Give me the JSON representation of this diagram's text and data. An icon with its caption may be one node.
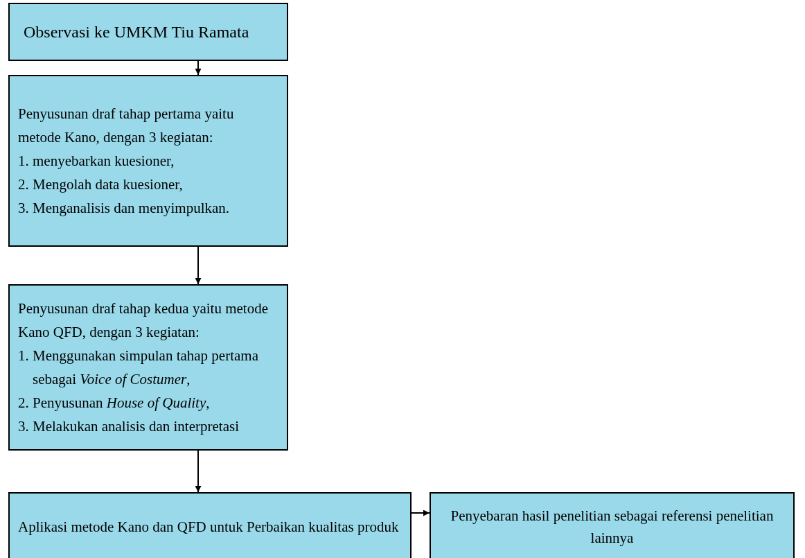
{
  "diagram": {
    "nodes": [
      {
        "text": [
          "Observasi ke UMKM Tiu Ramata"
        ]
      },
      {
        "text": [
          "Penyusunan draf tahap pertama yaitu metode Kano, dengan 3 kegiatan:",
          "1. menyebarkan kuesioner,",
          "2. Mengolah data kuesioner,",
          "3. Menganalisis dan menyimpulkan."
        ]
      },
      {
        "text": [
          "Penyusunan draf tahap kedua yaitu metode Kano QFD, dengan 3 kegiatan:",
          "1. Menggunakan simpulan tahap pertama sebagai *Voice of Costumer*,",
          "2. Penyusunan *House of Quality*,",
          "3. Melakukan analisis dan interpretasi"
        ]
      },
      {
        "text": [
          "Aplikasi metode Kano dan QFD untuk Perbaikan kualitas produk"
        ]
      },
      {
        "text": [
          "Penyebaran hasil penelitian sebagai referensi penelitian lainnya"
        ]
      }
    ],
    "edges": [
      {
        "from": 0,
        "to": 1,
        "arrow": "to"
      },
      {
        "from": 1,
        "to": 2,
        "arrow": "to"
      },
      {
        "from": 2,
        "to": 3,
        "arrow": "to"
      },
      {
        "from": 3,
        "to": 4,
        "arrow": "to"
      }
    ]
  }
}
